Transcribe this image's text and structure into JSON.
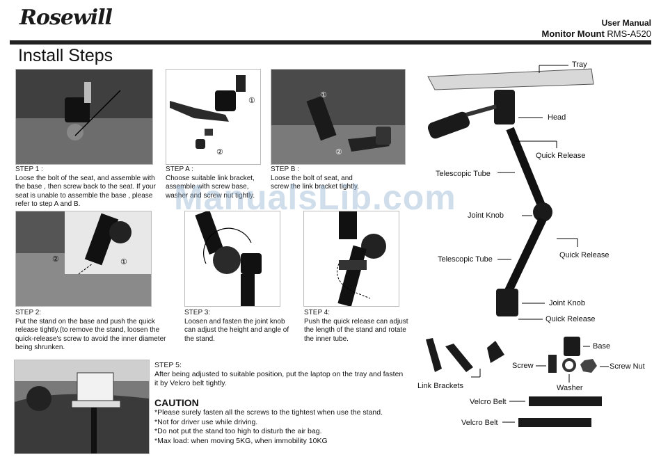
{
  "brand": {
    "logo": "Rosewill"
  },
  "header": {
    "line1": "User Manual",
    "product": "Monitor Mount",
    "model": "RMS-A520"
  },
  "page_title": "Install Steps",
  "watermark": "ManualsLib.com",
  "steps": {
    "s1": {
      "title": "STEP 1 :",
      "text": "Loose the bolt of the seat, and assemble with the base , then screw back to the seat. If your seat is unable to assemble the base , please refer to step A and B."
    },
    "sa": {
      "title": "STEP A :",
      "text": "Choose suitable link bracket, assemble with screw base, washer and screw nut tightly."
    },
    "sb": {
      "title": "STEP B :",
      "text": "Loose the bolt of seat, and screw the link bracket tightly."
    },
    "s2": {
      "title": "STEP 2:",
      "text": "Put the stand on the base and  push the quick release tightly.(to remove the stand, loosen the quick-release's screw to avoid the inner diameter being shrunken."
    },
    "s3": {
      "title": "STEP 3:",
      "text": "Loosen and fasten the joint knob can adjust the height and angle of the stand."
    },
    "s4": {
      "title": "STEP 4:",
      "text": "Push the quick release can adjust the length of the stand and rotate the inner tube."
    },
    "s5": {
      "title": "STEP 5:",
      "text": "After being adjusted to suitable position, put the laptop on the tray and fasten it by Velcro belt tightly."
    }
  },
  "caution": {
    "heading": "CAUTION",
    "items": [
      "*Please surely fasten all the screws to the tightest when use the stand.",
      "*Not for driver use while driving.",
      "*Do not put the stand too high to disturb the air bag.",
      "*Max load: when moving 5KG, when immobility 10KG"
    ]
  },
  "diagram_labels": {
    "tray": "Tray",
    "head": "Head",
    "quick_release_1": "Quick Release",
    "telescopic_tube_1": "Telescopic Tube",
    "joint_knob_1": "Joint Knob",
    "quick_release_2": "Quick Release",
    "telescopic_tube_2": "Telescopic Tube",
    "joint_knob_2": "Joint Knob",
    "quick_release_3": "Quick Release",
    "base": "Base",
    "screw": "Screw",
    "screw_nut": "Screw Nut",
    "washer": "Washer",
    "link_brackets": "Link Brackets",
    "velcro_belt_1": "Velcro Belt",
    "velcro_belt_2": "Velcro Belt"
  },
  "markers": {
    "one": "①",
    "two": "②"
  }
}
